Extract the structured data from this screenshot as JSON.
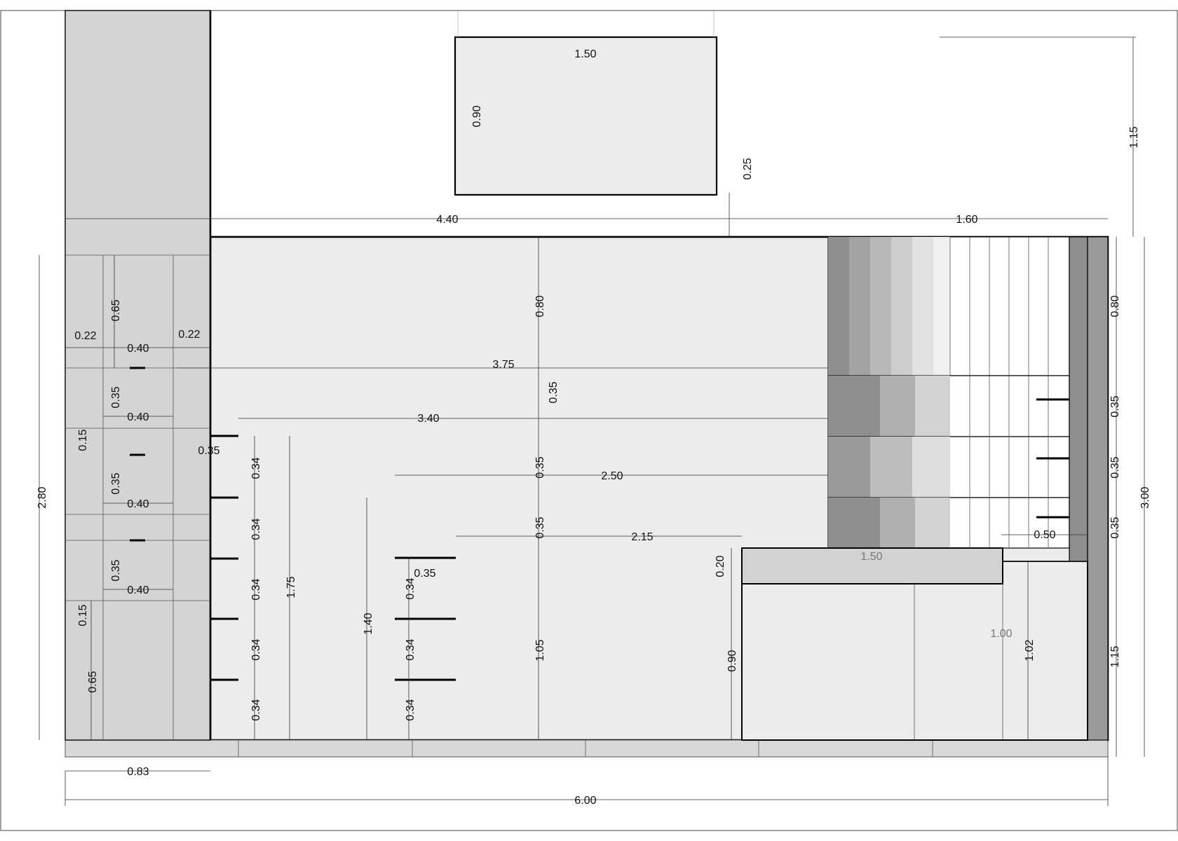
{
  "drawing": {
    "background": "#ffffff",
    "wall_fill": "#ececec",
    "column_fill": "#d4d4d4",
    "dark_fill": "#8f8f8f",
    "dimensions": {
      "window_width": "1.50",
      "window_height": "0.90",
      "window_sill_offset": "0.25",
      "top_right_height": "1.15",
      "wall_span": "4.40",
      "right_span": "1.60",
      "column_total_height": "2.80",
      "column_upper": "0.65",
      "column_left": "0.22",
      "column_right": "0.22",
      "column_door_1": "0.40",
      "column_door_2": "0.40",
      "column_door_3": "0.40",
      "column_door_4": "0.40",
      "column_gap_1": "0.35",
      "column_gap_2": "0.35",
      "column_gap_3": "0.35",
      "column_small_1": "0.15",
      "column_small_2": "0.15",
      "column_lower": "0.65",
      "column_side_035": "0.35",
      "column_width": "0.83",
      "total_width": "6.00",
      "upper_height_080": "0.80",
      "span_375": "3.75",
      "mid_035_a": "0.35",
      "span_340": "3.40",
      "mid_035_b": "0.35",
      "span_250": "2.50",
      "mid_035_c": "0.35",
      "span_215": "2.15",
      "lower_height_105": "1.05",
      "shelf_a_1": "0.34",
      "shelf_a_2": "0.34",
      "shelf_a_3": "0.34",
      "shelf_a_4": "0.34",
      "shelf_a_5": "0.34",
      "height_175": "1.75",
      "height_140": "1.40",
      "shelf_b_width": "0.35",
      "shelf_b_1": "0.34",
      "shelf_b_2": "0.34",
      "shelf_b_3": "0.34",
      "counter_top": "0.20",
      "counter_height": "0.90",
      "counter_width": "1.50",
      "counter_right": "0.50",
      "cabinet_width": "1.00",
      "cabinet_height": "1.02",
      "right_080": "0.80",
      "right_035_a": "0.35",
      "right_035_b": "0.35",
      "right_035_c": "0.35",
      "right_115": "1.15",
      "right_total": "3.00"
    }
  }
}
